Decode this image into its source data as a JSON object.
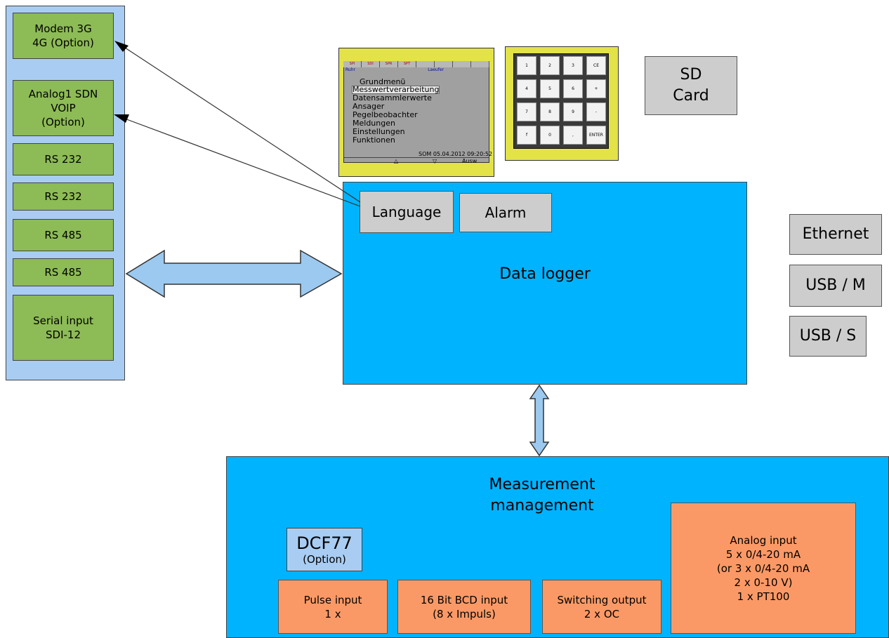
{
  "interfaces": {
    "items": [
      {
        "lines": [
          "Modem 3G",
          "4G (Option)"
        ]
      },
      {
        "lines": [
          "Analog1 SDN",
          "VOIP",
          "(Option)"
        ]
      },
      {
        "lines": [
          "RS 232"
        ]
      },
      {
        "lines": [
          "RS 232"
        ]
      },
      {
        "lines": [
          "RS 485"
        ]
      },
      {
        "lines": [
          "RS 485"
        ]
      },
      {
        "lines": [
          "Serial input",
          "SDI-12"
        ]
      }
    ]
  },
  "display": {
    "tabs": [
      "SPI",
      "SDI",
      "SPR",
      "SPT",
      "",
      "",
      "",
      ""
    ],
    "sub_left": "Ruhr",
    "sub_right": "Laeufer",
    "menu_title": "Grundmenü",
    "menu_items": [
      "Messwertverarbeitung",
      "Datensammlerwerte",
      "Ansager",
      "Pegelbeobachter",
      "Meldungen",
      "Einstellungen",
      "Funktionen"
    ],
    "status": "SOM 05.04.2012 09:20:52",
    "softkeys": [
      "△",
      "▽",
      "Ausw"
    ]
  },
  "keypad": {
    "keys": [
      "1",
      "2",
      "3",
      "CE",
      "4",
      "5",
      "6",
      "+",
      "7",
      "8",
      "9",
      "-",
      "f",
      "0",
      ",",
      "ENTER"
    ]
  },
  "sd_card": {
    "lines": [
      "SD",
      "Card"
    ]
  },
  "ports": [
    "Ethernet",
    "USB / M",
    "USB / S"
  ],
  "data_logger": {
    "title": "Data logger",
    "language": "Language",
    "alarm": "Alarm"
  },
  "measurement": {
    "title_lines": [
      "Measurement",
      "management"
    ],
    "dcf77": {
      "title": "DCF77",
      "note": "(Option)"
    },
    "modules": [
      {
        "lines": [
          "Pulse input",
          "1 x"
        ]
      },
      {
        "lines": [
          "16 Bit BCD input",
          "(8 x Impuls)"
        ]
      },
      {
        "lines": [
          "Switching output",
          "2 x OC"
        ]
      },
      {
        "lines": [
          "Analog input",
          "5 x 0/4-20 mA",
          "(or 3 x 0/4-20 mA",
          "2 x 0-10 V)",
          "1 x PT100"
        ]
      }
    ]
  },
  "colors": {
    "interface_panel": "#a9cdf2",
    "interface_box": "#8dbb56",
    "logger": "#00b3ff",
    "module": "#fb9966",
    "gray_box": "#cdcdcd",
    "device_frame": "#e3e347"
  }
}
